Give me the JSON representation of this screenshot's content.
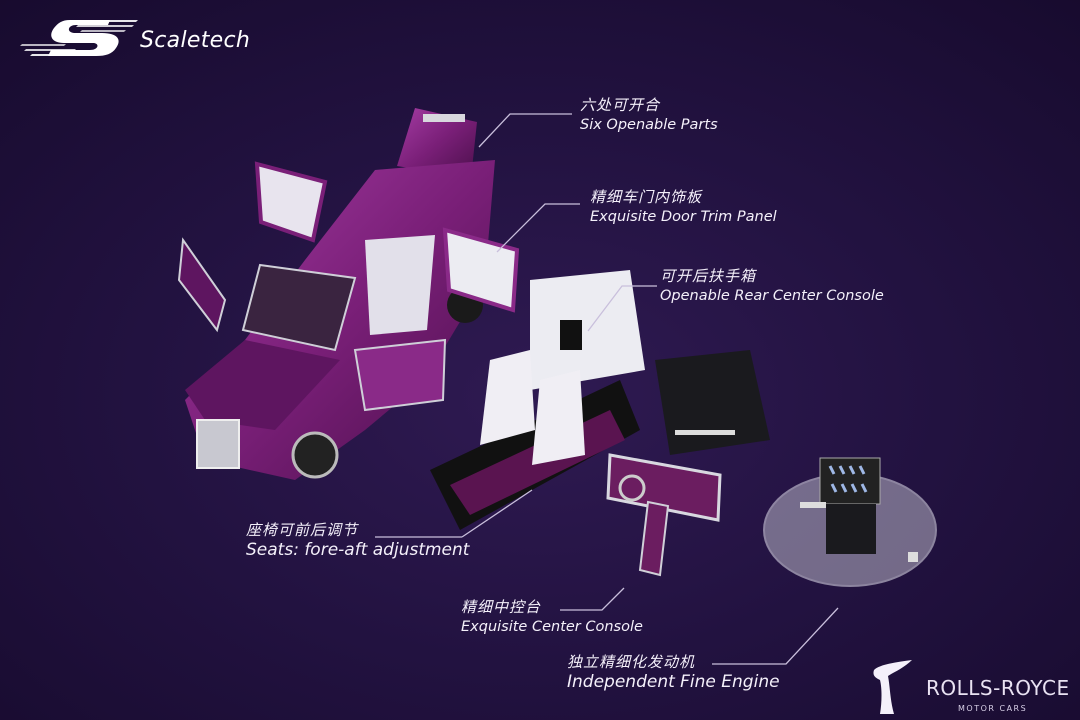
{
  "brand": {
    "name": "Scaletech",
    "logo_icon": "scaletech-s-logo-icon"
  },
  "colors": {
    "background_dark": "#15092a",
    "background_mid": "#2f1a52",
    "car_purple": "#7a1f78",
    "car_highlight": "#b04aae",
    "interior_white": "#ececf2",
    "text": "#f4f0fa",
    "leader_line": "#c9bfdc"
  },
  "annotations": [
    {
      "id": "openable-parts",
      "cn": "六处可开合",
      "en": "Six Openable Parts"
    },
    {
      "id": "door-trim",
      "cn": "精细车门内饰板",
      "en": "Exquisite Door Trim Panel"
    },
    {
      "id": "rear-console",
      "cn": "可开后扶手箱",
      "en": "Openable Rear Center Console"
    },
    {
      "id": "seats",
      "cn": "座椅可前后调节",
      "en": "Seats: fore-aft adjustment"
    },
    {
      "id": "center-console",
      "cn": "精细中控台",
      "en": "Exquisite Center Console"
    },
    {
      "id": "engine",
      "cn": "独立精细化发动机",
      "en": "Independent Fine Engine"
    }
  ],
  "partner": {
    "name": "ROLLS-ROYCE",
    "subtitle": "MOTOR CARS",
    "logo_icon": "spirit-of-ecstasy-icon"
  }
}
